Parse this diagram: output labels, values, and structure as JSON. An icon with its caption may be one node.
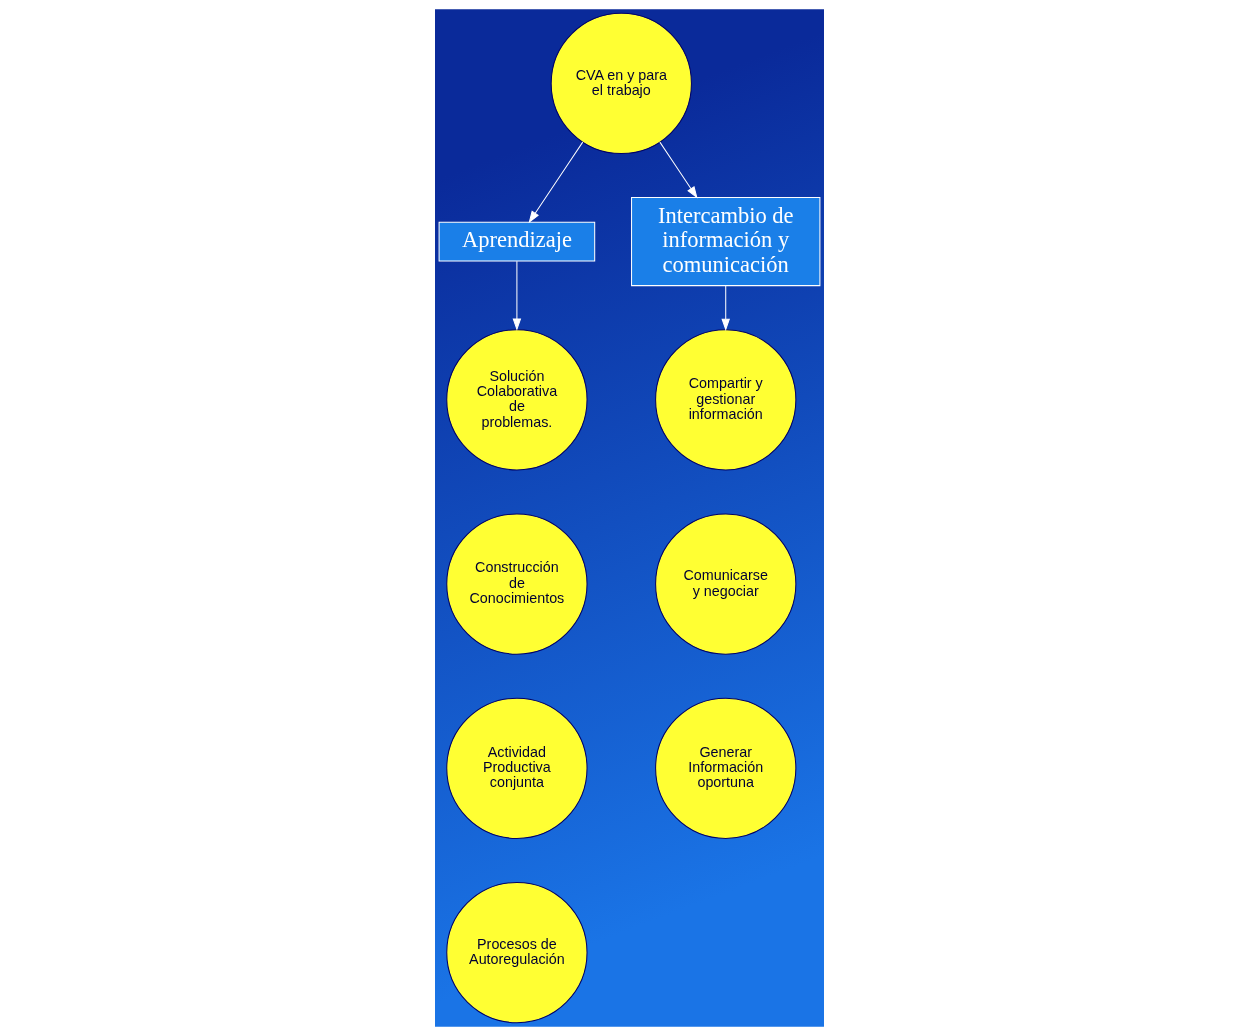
{
  "diagram": {
    "nodes": [
      {
        "text": [
          "Aprendizaje"
        ]
      },
      {
        "text": [
          "CVA en y para el trabajo"
        ]
      },
      {
        "text": [
          "Intercambio de información y comunicación"
        ]
      },
      {
        "text": [
          "Solución Colaborativa de problemas."
        ]
      },
      {
        "text": [
          "Construcción de Conocimientos"
        ]
      },
      {
        "text": [
          "Actividad Productiva conjunta"
        ]
      },
      {
        "text": [
          "Procesos de Autoregulación"
        ]
      },
      {
        "text": [
          "Compartir y gestionar información"
        ]
      },
      {
        "text": [
          "Comunicarse y negociar"
        ]
      },
      {
        "text": [
          "Generar Información oportuna"
        ]
      }
    ],
    "edges": [
      {
        "from": 1,
        "to": 0,
        "arrow": "to"
      },
      {
        "from": 1,
        "to": 2,
        "arrow": "to"
      },
      {
        "from": 0,
        "to": 3,
        "arrow": "to"
      },
      {
        "from": 2,
        "to": 7,
        "arrow": "to"
      }
    ]
  }
}
